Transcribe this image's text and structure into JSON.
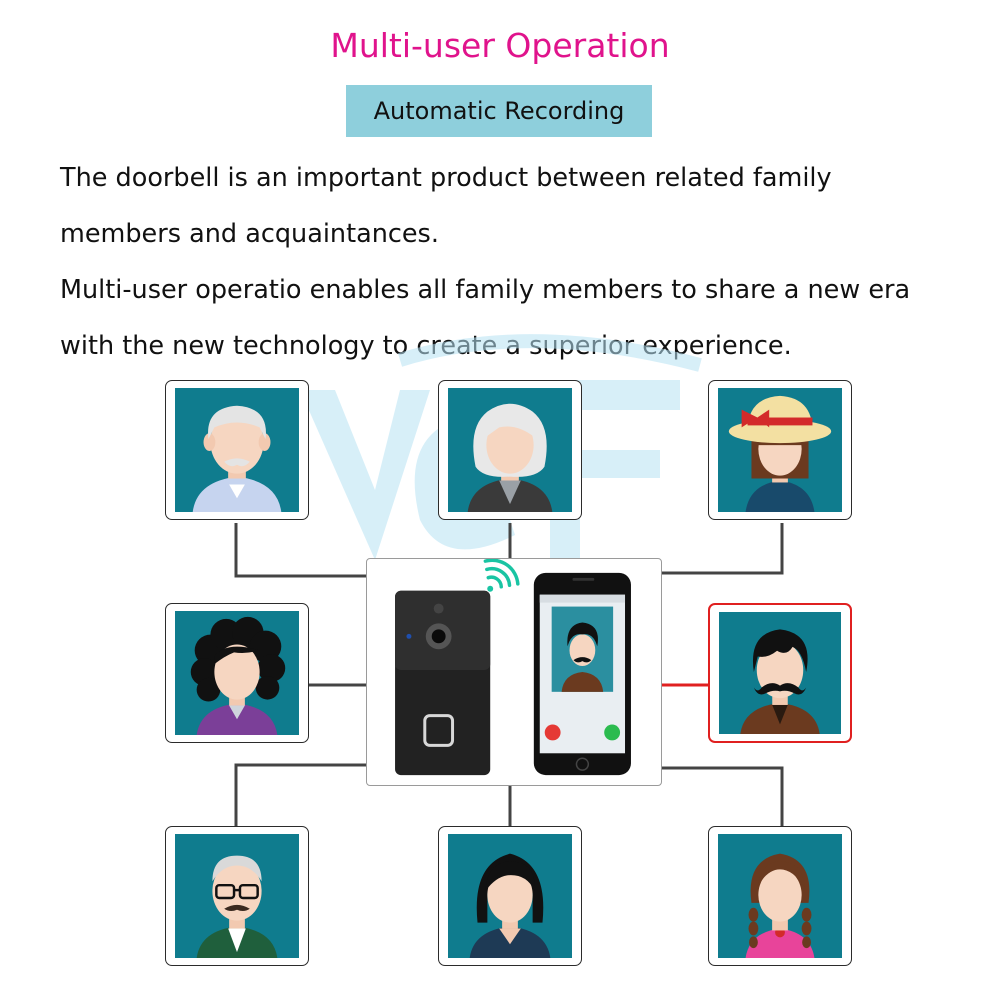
{
  "title": "Multi-user Operation",
  "badge": "Automatic Recording",
  "paragraphs": [
    "The doorbell is an important product between related family",
    "members and acquaintances.",
    "Multi-user operatio enables all family members to share a new era",
    "with the new technology to create a superior experience."
  ],
  "colors": {
    "title": "#e0138c",
    "badge_bg": "#8ecfdc",
    "tile_bg": "#0f7c8e",
    "highlight": "#e02020",
    "wifi": "#19c4a3"
  },
  "users": [
    {
      "name": "grandfather"
    },
    {
      "name": "grandmother"
    },
    {
      "name": "girl-with-hat"
    },
    {
      "name": "curly-hair-woman"
    },
    {
      "name": "mustache-man-calling"
    },
    {
      "name": "man-with-glasses"
    },
    {
      "name": "short-hair-woman"
    },
    {
      "name": "braided-girl"
    }
  ]
}
